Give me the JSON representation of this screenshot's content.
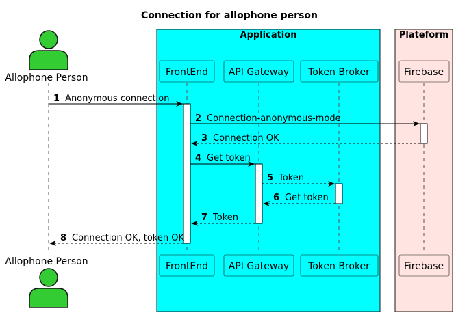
{
  "title": "Connection for allophone person",
  "colors": {
    "application_box": "#00FFFF",
    "platform_box": "#FFE4E1",
    "actor_fill": "#33CC33",
    "participant_border": "#181818"
  },
  "boxes": {
    "application": "Application",
    "platform": "Plateform"
  },
  "actor": {
    "label": "Allophone Person"
  },
  "participants": {
    "frontend": "FrontEnd",
    "gateway": "API Gateway",
    "broker": "Token Broker",
    "firebase": "Firebase"
  },
  "messages": [
    {
      "num": "1",
      "text": "Anonymous connection"
    },
    {
      "num": "2",
      "text": "Connection-anonymous-mode"
    },
    {
      "num": "3",
      "text": "Connection OK"
    },
    {
      "num": "4",
      "text": "Get token"
    },
    {
      "num": "5",
      "text": "Token"
    },
    {
      "num": "6",
      "text": "Get token"
    },
    {
      "num": "7",
      "text": "Token"
    },
    {
      "num": "8",
      "text": "Connection OK, token OK"
    }
  ]
}
